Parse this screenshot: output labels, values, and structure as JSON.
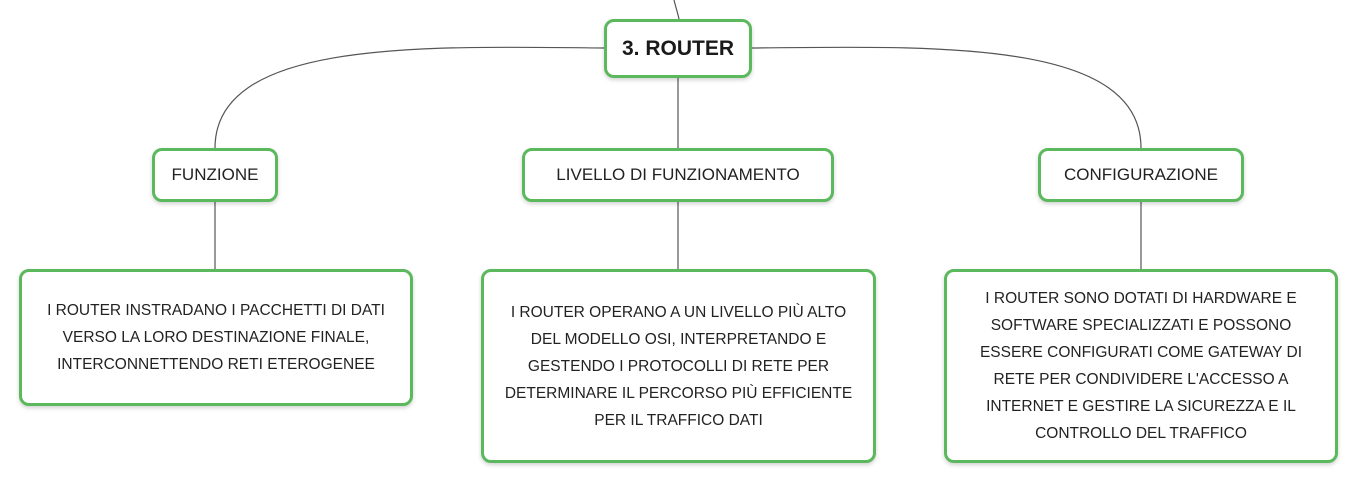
{
  "colors": {
    "node_border": "#5cb85c",
    "connector": "#555555",
    "text": "#222222"
  },
  "root": {
    "label": "3. ROUTER"
  },
  "branches": [
    {
      "label": "FUNZIONE",
      "description": "I ROUTER INSTRADANO I PACCHETTI DI DATI VERSO LA LORO DESTINAZIONE FINALE, INTERCONNETTENDO RETI ETEROGENEE"
    },
    {
      "label": "LIVELLO DI FUNZIONAMENTO",
      "description": "I ROUTER OPERANO A UN LIVELLO PIÙ ALTO DEL MODELLO OSI, INTERPRETANDO E GESTENDO I PROTOCOLLI DI RETE PER DETERMINARE IL PERCORSO PIÙ EFFICIENTE PER IL TRAFFICO DATI"
    },
    {
      "label": "CONFIGURAZIONE",
      "description": "I ROUTER SONO DOTATI DI HARDWARE E SOFTWARE SPECIALIZZATI E POSSONO ESSERE CONFIGURATI COME GATEWAY DI RETE PER CONDIVIDERE L'ACCESSO A INTERNET E GESTIRE LA SICUREZZA E IL CONTROLLO DEL TRAFFICO"
    }
  ]
}
